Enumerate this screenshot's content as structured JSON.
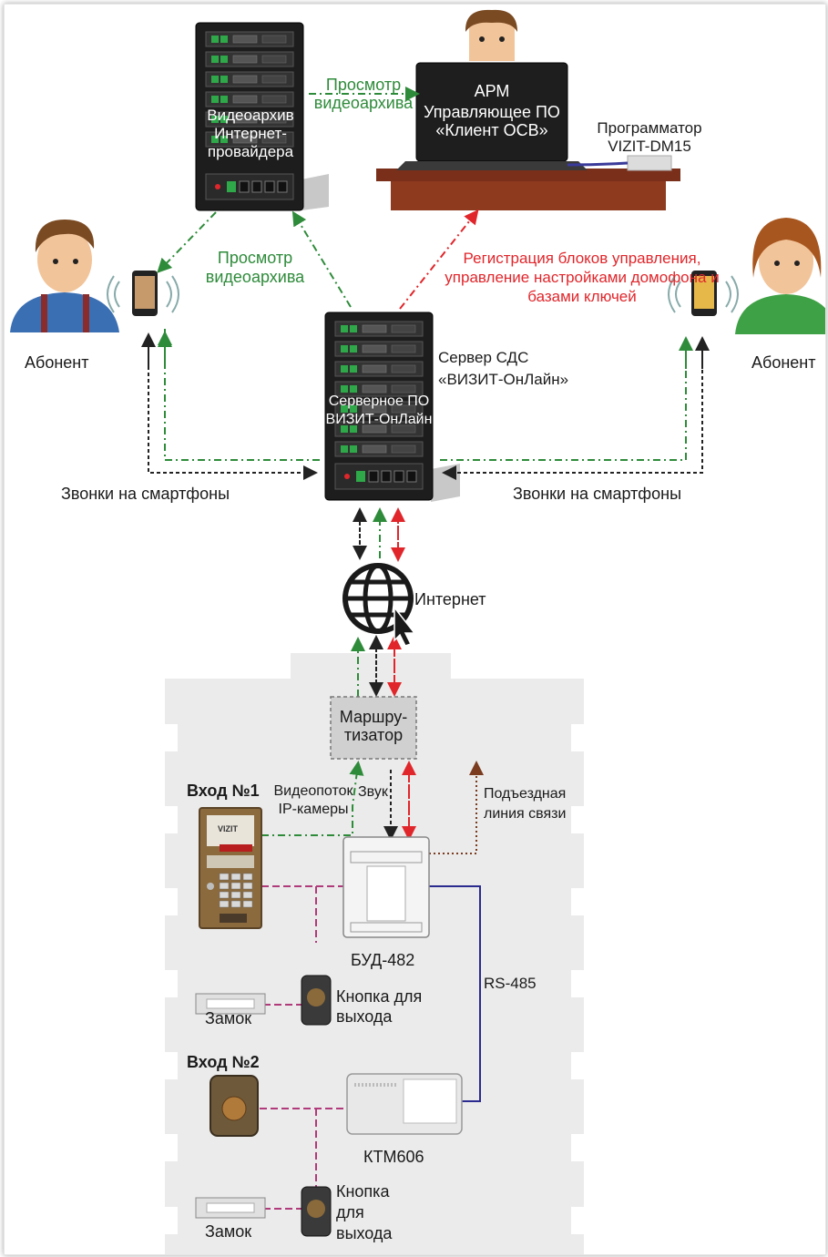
{
  "colors": {
    "green": "#2e8b3a",
    "red": "#e0262b",
    "black": "#222222",
    "magenta": "#b03a7a",
    "blue": "#2b2a8f",
    "brown": "#7a3b1e",
    "building": "#ebebeb"
  },
  "labels": {
    "videoarchive_server": "Видеоархив Интернет-провайдера",
    "view_archive_top": "Просмотр видеоархива",
    "arm_title": "АРМ",
    "arm_software": "Управляющее ПО «Клиент ОСВ»",
    "programmer": "Программатор VIZIT-DM15",
    "view_archive_left": "Просмотр видеоархива",
    "registration": "Регистрация блоков управления, управление настройками домофона и базами ключей",
    "subscriber_left": "Абонент",
    "subscriber_right": "Абонент",
    "server_name": "Сервер СДС «ВИЗИТ-ОнЛайн»",
    "server_software": "Серверное ПО ВИЗИТ-ОнЛайн",
    "calls_left": "Звонки на смартфоны",
    "calls_right": "Звонки на смартфоны",
    "internet": "Интернет",
    "router": "Маршру-тизатор",
    "entrance1": "Вход №1",
    "videostream": "Видеопоток IP-камеры",
    "sound": "Звук",
    "access_line": "Подъездная линия связи",
    "bud": "БУД-482",
    "rs485": "RS-485",
    "lock1": "Замок",
    "exit_button1": "Кнопка для выхода",
    "entrance2": "Вход №2",
    "ktm": "КТМ606",
    "lock2": "Замок",
    "exit_button2": "Кнопка для выхода",
    "panel_brand": "VIZIT"
  },
  "icons": [
    "server-rack-icon",
    "laptop-icon",
    "programmer-device-icon",
    "person-icon",
    "smartphone-icon",
    "globe-cursor-icon",
    "router-icon",
    "intercom-panel-icon",
    "control-unit-icon",
    "lock-icon",
    "exit-button-icon",
    "key-reader-icon",
    "key-controller-icon"
  ]
}
